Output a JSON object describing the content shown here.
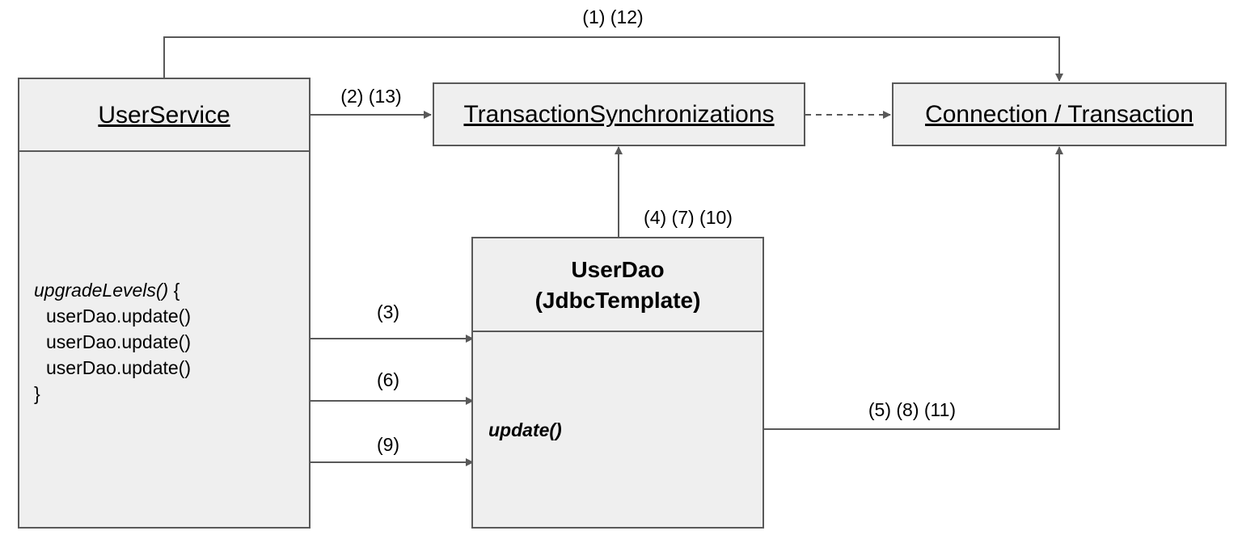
{
  "nodes": {
    "user_service": {
      "title": "UserService",
      "code": {
        "method_name": "upgradeLevels()",
        "open_brace": " {",
        "calls": [
          "userDao.update()",
          "userDao.update()",
          "userDao.update()"
        ],
        "close_brace": "}"
      }
    },
    "transaction_sync": {
      "title": "TransactionSynchronizations"
    },
    "connection": {
      "title": "Connection / Transaction"
    },
    "user_dao": {
      "title_line1": "UserDao",
      "title_line2": "(JdbcTemplate)",
      "method": "update()"
    }
  },
  "edges": [
    {
      "from": "UserService",
      "to": "Connection / Transaction",
      "label": "(1) (12)",
      "style": "solid"
    },
    {
      "from": "UserService",
      "to": "TransactionSynchronizations",
      "label": "(2) (13)",
      "style": "solid"
    },
    {
      "from": "TransactionSynchronizations",
      "to": "Connection / Transaction",
      "label": "",
      "style": "dashed"
    },
    {
      "from": "UserDao",
      "to": "TransactionSynchronizations",
      "label": "(4) (7) (10)",
      "style": "solid"
    },
    {
      "from": "UserService",
      "to": "UserDao",
      "label": "(3)",
      "style": "solid"
    },
    {
      "from": "UserService",
      "to": "UserDao",
      "label": "(6)",
      "style": "solid"
    },
    {
      "from": "UserService",
      "to": "UserDao",
      "label": "(9)",
      "style": "solid"
    },
    {
      "from": "UserDao",
      "to": "Connection / Transaction",
      "label": "(5) (8) (11)",
      "style": "solid"
    }
  ],
  "colors": {
    "box_fill": "#efefef",
    "box_border": "#595959",
    "line": "#595959",
    "text": "#000000"
  }
}
